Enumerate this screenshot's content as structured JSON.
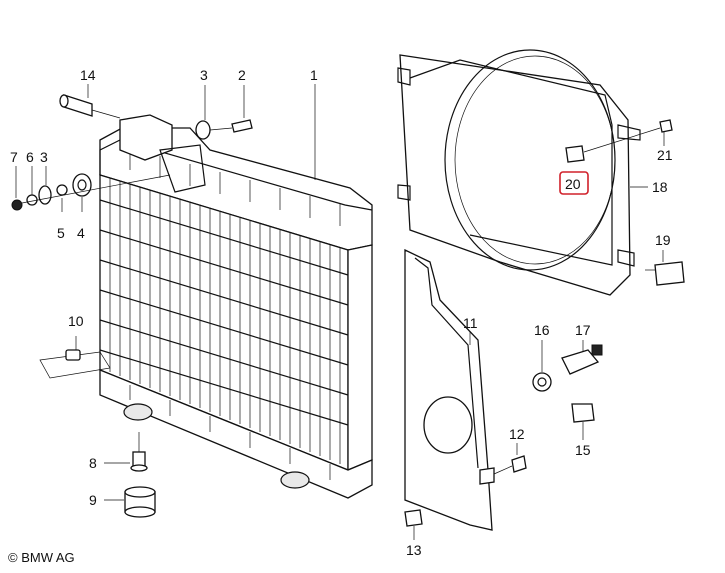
{
  "copyright": "© BMW AG",
  "highlight_color": "#d0202a",
  "parts": [
    {
      "id": "p1",
      "label": "1"
    },
    {
      "id": "p2",
      "label": "2"
    },
    {
      "id": "p3a",
      "label": "3"
    },
    {
      "id": "p3b",
      "label": "3"
    },
    {
      "id": "p4",
      "label": "4"
    },
    {
      "id": "p5",
      "label": "5"
    },
    {
      "id": "p6",
      "label": "6"
    },
    {
      "id": "p7",
      "label": "7"
    },
    {
      "id": "p8",
      "label": "8"
    },
    {
      "id": "p9",
      "label": "9"
    },
    {
      "id": "p10",
      "label": "10"
    },
    {
      "id": "p11",
      "label": "11"
    },
    {
      "id": "p12",
      "label": "12"
    },
    {
      "id": "p13",
      "label": "13"
    },
    {
      "id": "p14",
      "label": "14"
    },
    {
      "id": "p15",
      "label": "15"
    },
    {
      "id": "p16",
      "label": "16"
    },
    {
      "id": "p17",
      "label": "17"
    },
    {
      "id": "p18",
      "label": "18"
    },
    {
      "id": "p19",
      "label": "19"
    },
    {
      "id": "p20",
      "label": "20",
      "highlighted": true
    },
    {
      "id": "p21",
      "label": "21"
    }
  ]
}
